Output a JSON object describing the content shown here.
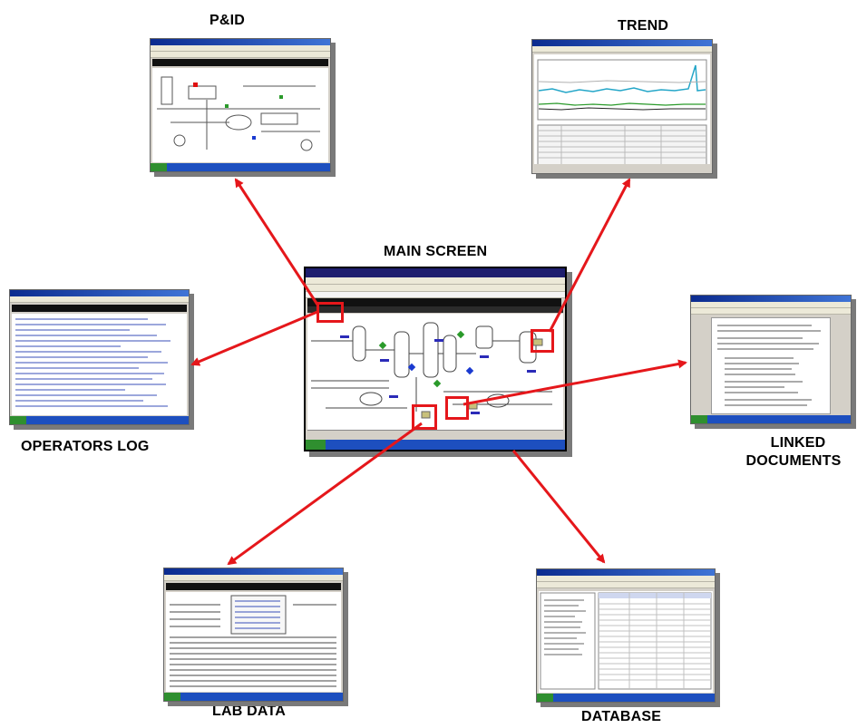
{
  "labels": {
    "pid": "P&ID",
    "trend": "TREND",
    "main_screen": "MAIN SCREEN",
    "operators_log": "OPERATORS LOG",
    "linked_documents_line1": "LINKED",
    "linked_documents_line2": "DOCUMENTS",
    "lab_data": "LAB DATA",
    "database": "DATABASE"
  },
  "colors": {
    "arrow": "#e5171b",
    "highlight_box": "#e5171b",
    "label_text": "#000000",
    "window_title": "#1e1e6e",
    "taskbar": "#1d4fbf"
  },
  "screens": [
    {
      "id": "main-screen",
      "caption_key": "main_screen"
    },
    {
      "id": "pid",
      "caption_key": "pid"
    },
    {
      "id": "trend",
      "caption_key": "trend"
    },
    {
      "id": "operators-log",
      "caption_key": "operators_log"
    },
    {
      "id": "linked-documents",
      "caption_key": "linked_documents"
    },
    {
      "id": "lab-data",
      "caption_key": "lab_data"
    },
    {
      "id": "database",
      "caption_key": "database"
    }
  ]
}
